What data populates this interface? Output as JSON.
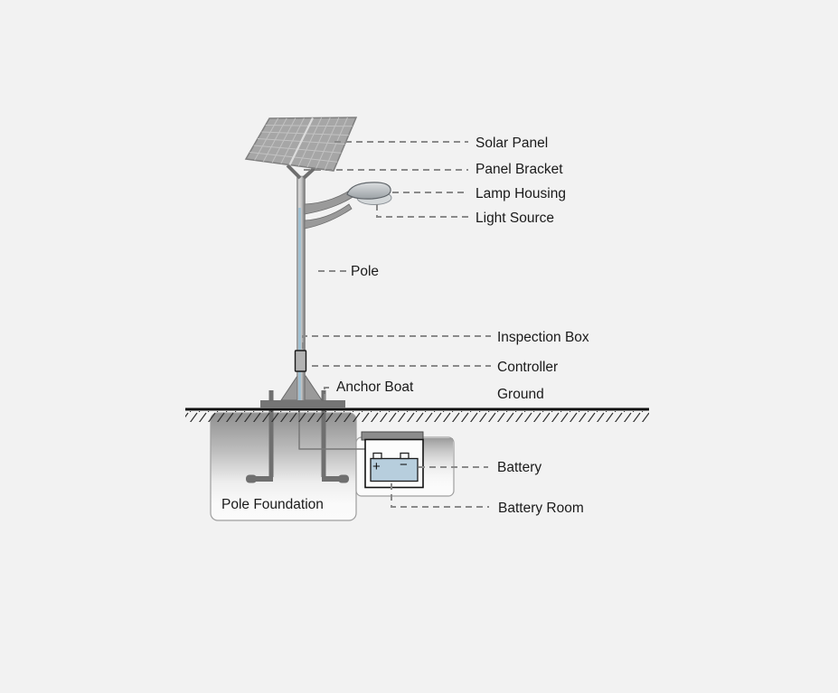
{
  "diagram": {
    "type": "labeled-illustration",
    "subject": "Solar street light component diagram",
    "labels": {
      "solar_panel": "Solar Panel",
      "panel_bracket": "Panel Bracket",
      "lamp_housing": "Lamp Housing",
      "light_source": "Light Source",
      "pole": "Pole",
      "inspection_box": "Inspection Box",
      "controller": "Controller",
      "ground": "Ground",
      "anchor_boat": "Anchor Boat",
      "battery": "Battery",
      "battery_room": "Battery Room",
      "pole_foundation": "Pole Foundation"
    },
    "battery_terminals": {
      "plus": "+",
      "minus": "−"
    },
    "colors": {
      "background": "#f2f2f2",
      "panel_fill": "#a6a6a6",
      "panel_grid": "#c2c2c2",
      "battery_fill": "#b7cedd",
      "cable_blue": "#9cc0d4",
      "dashed_leader": "#8a8a8a",
      "metal_dark": "#6f6f6f",
      "text": "#1a1a1a"
    }
  }
}
